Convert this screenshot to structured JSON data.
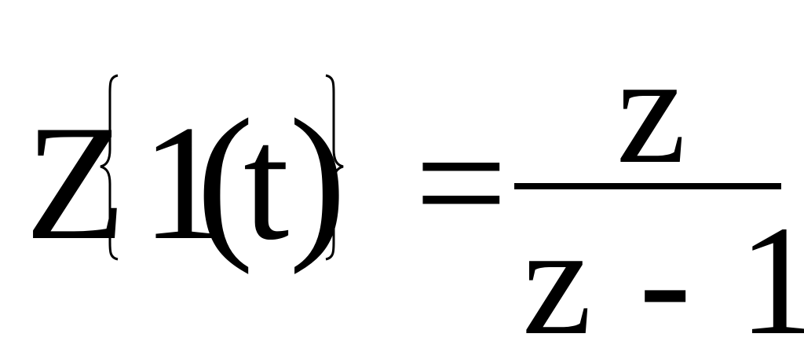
{
  "equation": {
    "function_name": "Z",
    "step_symbol": "1",
    "paren_open": "(",
    "variable": "t",
    "paren_close": ")",
    "equals": "=",
    "numerator": "z",
    "denominator": "z - 1"
  },
  "colors": {
    "text": "#000000",
    "background": "#ffffff"
  }
}
